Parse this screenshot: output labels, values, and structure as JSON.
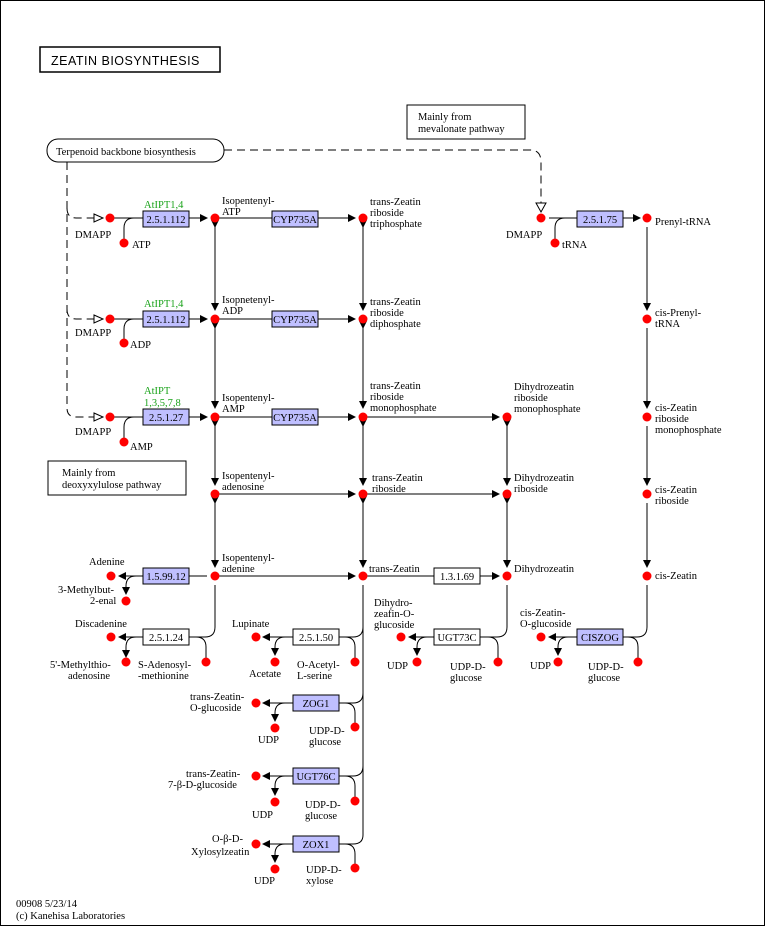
{
  "title": "ZEATIN BIOSYNTHESIS",
  "footer": {
    "line1": "00908 5/23/14",
    "line2": "(c) Kanehisa Laboratories"
  },
  "notes": {
    "terpenoid": "Terpenoid backbone biosynthesis",
    "mevalonate": [
      "Mainly from",
      "mevalonate pathway"
    ],
    "deoxyxylulose": [
      "Mainly from",
      "deoxyxylulose pathway"
    ]
  },
  "enzymes": {
    "e1": "2.5.1.112",
    "e2": "2.5.1.112",
    "e3": "2.5.1.27",
    "e4": "2.5.1.75",
    "cyp1": "CYP735A",
    "cyp2": "CYP735A",
    "cyp3": "CYP735A",
    "e159912": "1.5.99.12",
    "e13169": "1.3.1.69",
    "e25124": "2.5.1.24",
    "e25150": "2.5.1.50",
    "ugt73c": "UGT73C",
    "ciszog": "CISZOG",
    "zog1": "ZOG1",
    "ugt76c": "UGT76C",
    "zox1": "ZOX1"
  },
  "gene_labels": {
    "g1": "AtIPT1,4",
    "g2": "AtIPT1,4",
    "g3a": "AtIPT",
    "g3b": "1,3,5,7,8"
  },
  "compounds": {
    "dmapp1": "DMAPP",
    "atp": "ATP",
    "dmapp2": "DMAPP",
    "adp": "ADP",
    "dmapp3": "DMAPP",
    "amp": "AMP",
    "ipatp": [
      "Isopentenyl-",
      "ATP"
    ],
    "ipadp": [
      "Isopnetenyl-",
      "ADP"
    ],
    "ipamp": [
      "Isopentenyl-",
      "AMP"
    ],
    "ipado": [
      "Isopentenyl-",
      "adenosine"
    ],
    "ipade": [
      "Isopentenyl-",
      "adenine"
    ],
    "tzrtp": [
      "trans-Zeatin",
      "riboside",
      "triphosphate"
    ],
    "tzrdp": [
      "trans-Zeatin",
      "riboside",
      "diphosphate"
    ],
    "tzrmp": [
      "trans-Zeatin",
      "riboside",
      "monophosphate"
    ],
    "tzr": [
      "trans-Zeatin",
      "riboside"
    ],
    "tz": "trans-Zeatin",
    "dhzrmp": [
      "Dihydrozeatin",
      "riboside",
      "monophosphate"
    ],
    "dhzr": [
      "Dihydrozeatin",
      "riboside"
    ],
    "dhz": "Dihydrozeatin",
    "dmapp4": "DMAPP",
    "trna": "tRNA",
    "prenyltrna": "Prenyl-tRNA",
    "cisprenyl": [
      "cis-Prenyl-",
      "tRNA"
    ],
    "czrmp": [
      "cis-Zeatin",
      "riboside",
      "monophosphate"
    ],
    "czr": [
      "cis-Zeatin",
      "riboside"
    ],
    "cz": "cis-Zeatin",
    "adenine": "Adenine",
    "methylbut": [
      "3-Methylbut-",
      "2-enal"
    ],
    "discadenine": "Discadenine",
    "mta": [
      "5'-Methylthio-",
      "adenosine"
    ],
    "sam": [
      "S-Adenosyl-",
      "-methionine"
    ],
    "lupinate": "Lupinate",
    "acetate": "Acetate",
    "oas": [
      "O-Acetyl-",
      "L-serine"
    ],
    "dhzog": [
      "Dihydro-",
      "zeafin-O-",
      "glucoside"
    ],
    "udp1": "UDP",
    "udpg1": [
      "UDP-D-",
      "glucose"
    ],
    "czog": [
      "cis-Zeatin-",
      "O-glucoside"
    ],
    "udp2": "UDP",
    "udpg2": [
      "UDP-D-",
      "glucose"
    ],
    "tzog": [
      "trans-Zeatin-",
      "O-glucoside"
    ],
    "udp3": "UDP",
    "udpg3": [
      "UDP-D-",
      "glucose"
    ],
    "tz7g": [
      "trans-Zeatin-",
      "7-β-D-glucoside"
    ],
    "udp4": "UDP",
    "udpg4": [
      "UDP-D-",
      "glucose"
    ],
    "oxz": [
      "O-β-D-",
      "Xylosylzeatin"
    ],
    "udp5": "UDP",
    "udpx": [
      "UDP-D-",
      "xylose"
    ]
  },
  "colors": {
    "enzyme_fill": "#bfbfff",
    "compound": "#ff0000",
    "gene_label": "#1aa31a"
  }
}
